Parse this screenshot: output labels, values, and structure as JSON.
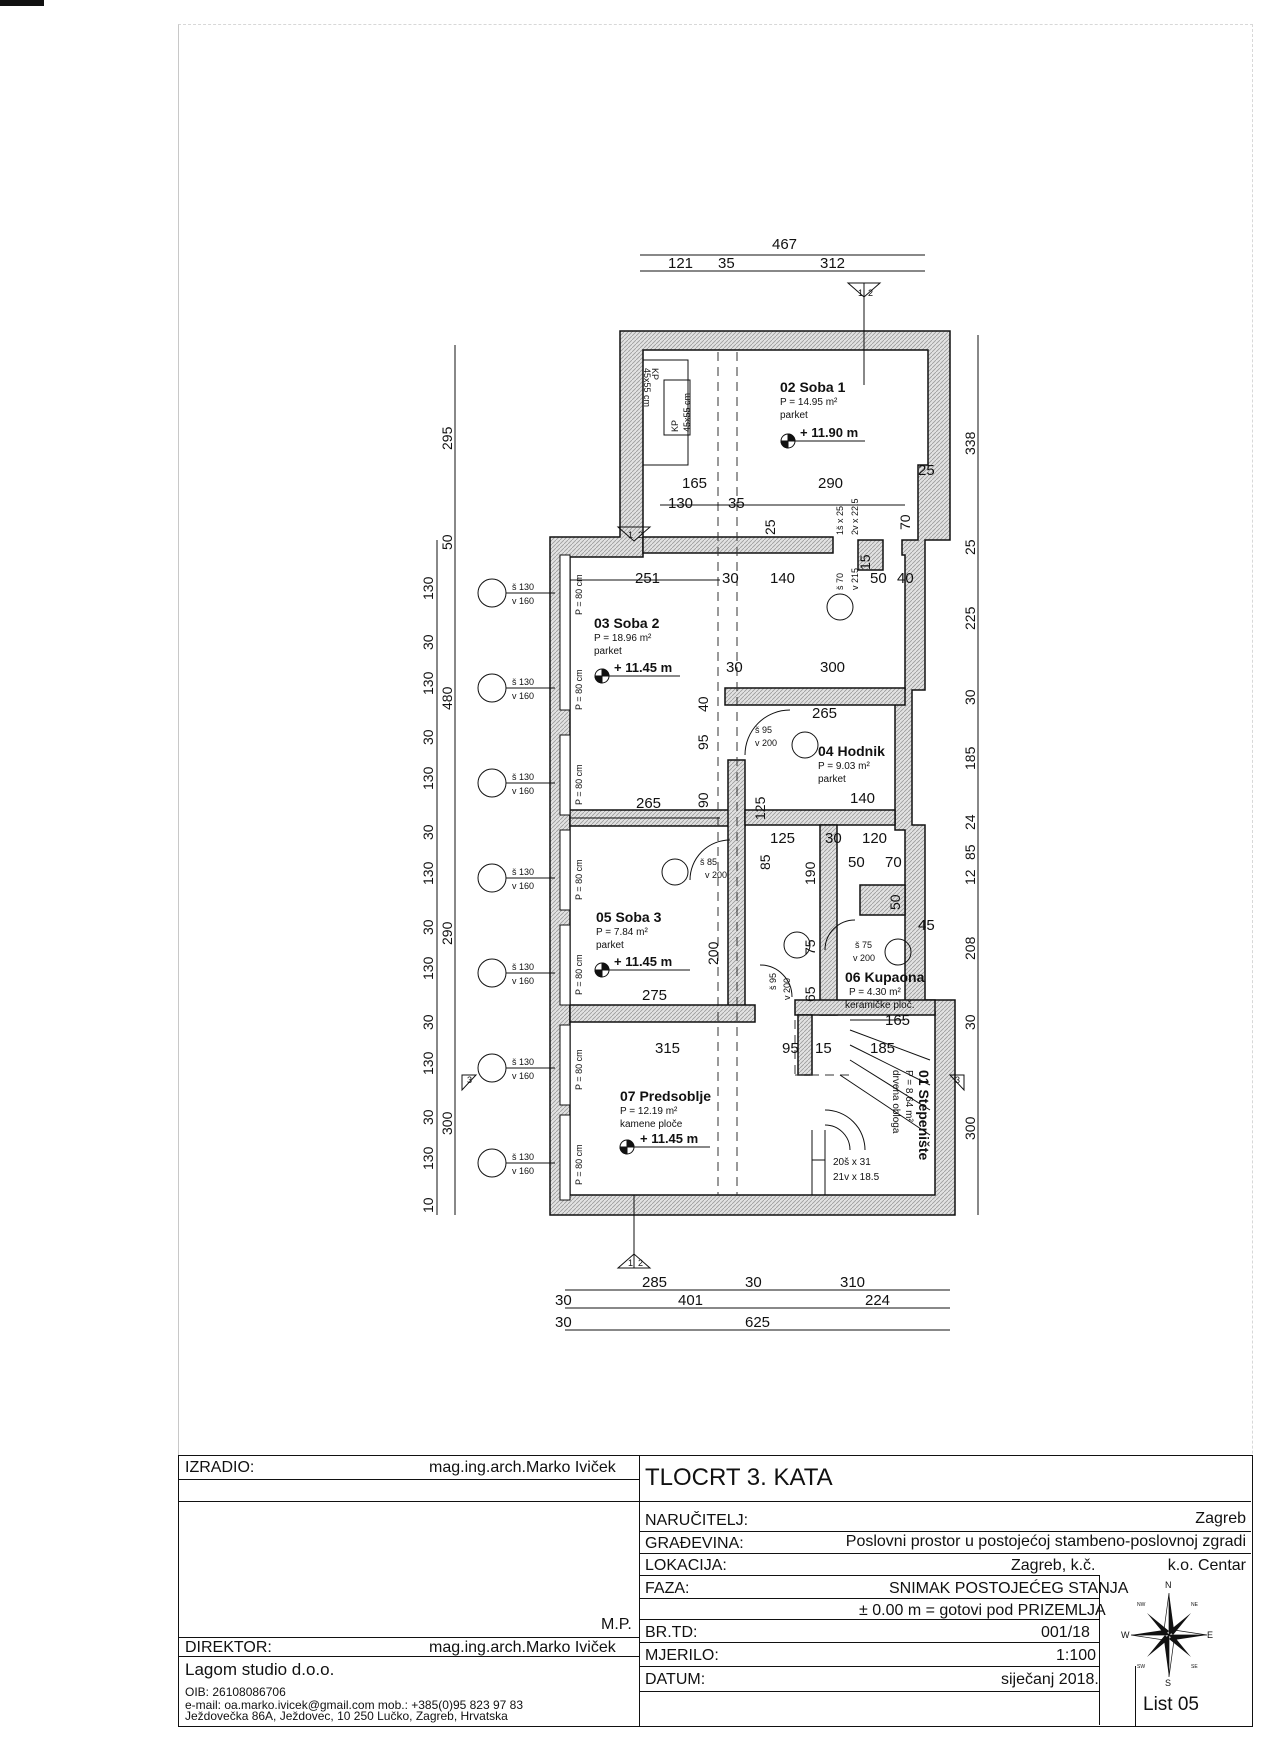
{
  "rooms": [
    {
      "title": "02 Soba 1",
      "area": "P = 14.95 m²",
      "floor": "parket",
      "elevation": "+ 11.90 m"
    },
    {
      "title": "03 Soba 2",
      "area": "P = 18.96 m²",
      "floor": "parket",
      "elevation": "+ 11.45 m"
    },
    {
      "title": "04 Hodnik",
      "area": "P = 9.03 m²",
      "floor": "parket"
    },
    {
      "title": "05 Soba 3",
      "area": "P = 7.84 m²",
      "floor": "parket",
      "elevation": "+ 11.45 m"
    },
    {
      "title": "06 Kupaona",
      "area": "P = 4.30 m²",
      "floor": "keramičke ploč."
    },
    {
      "title": "07 Predsoblje",
      "area": "P = 12.19 m²",
      "floor": "kamene ploče",
      "elevation": "+ 11.45 m"
    },
    {
      "title": "01 Stepenište",
      "area": "P = 8.64 m²",
      "floor": "drvena obloga"
    }
  ],
  "dims": {
    "top_total": "467",
    "top_a": "121",
    "top_b": "35",
    "top_c": "312",
    "bottom_a": "285",
    "bottom_b": "30",
    "bottom_c": "310",
    "bottom_d": "30",
    "bottom_e": "401",
    "bottom_f": "224",
    "bottom_g": "30",
    "bottom_h": "625",
    "left_a": "295",
    "left_b": "50",
    "left_c": "480",
    "left_d": "290",
    "left_e": "300",
    "left_130": "130",
    "left_30": "30",
    "left_10": "10",
    "right_a": "338",
    "right_b": "25",
    "right_c": "225",
    "right_d": "30",
    "right_e": "185",
    "right_f": "24",
    "right_g": "85",
    "right_h": "12",
    "right_i": "208",
    "right_j": "30",
    "right_k": "300",
    "i165": "165",
    "i290": "290",
    "i130": "130",
    "i35": "35",
    "i25a": "25",
    "i25b": "25",
    "i70": "70",
    "i251": "251",
    "i30a": "30",
    "i140a": "140",
    "i50": "50",
    "i40": "40",
    "i300": "300",
    "i30b": "30",
    "i265a": "265",
    "i40b": "40",
    "i95a": "95",
    "i90": "90",
    "i265b": "265",
    "i125a": "125",
    "i140b": "140",
    "i125b": "125",
    "i30c": "30",
    "i120": "120",
    "i50b": "50",
    "i70b": "70",
    "i50c": "50",
    "i45": "45",
    "i85": "85",
    "i190": "190",
    "i200": "200",
    "i75": "75",
    "i65": "65",
    "i275": "275",
    "i165b": "165",
    "i315": "315",
    "i95b": "95",
    "i15": "15",
    "i185": "185",
    "i25c": "25",
    "d15a": "1š x 25",
    "d15b": "2v x 22.5",
    "dv215": "v 215",
    "ds70": "š 70",
    "d15": "15",
    "stair_a": "20š x 31",
    "stair_b": "21v x 18.5"
  },
  "openings": {
    "door_s95": "š 95",
    "door_v200": "v 200",
    "door_s85": "š 85",
    "door_s75": "š 75",
    "door_s95b": "š 95",
    "door_v200b": "v 200"
  },
  "windows": {
    "width": "š 130",
    "height": "v 160",
    "parapet": "P = 80 cm",
    "count": 7
  },
  "chimney": {
    "label": "KP",
    "size": "45x55 cm"
  },
  "sections": {
    "label_1": "1",
    "label_2": "2",
    "label_3": "3"
  },
  "title_block": {
    "izradio_label": "IZRADIO:",
    "izradio_value": "mag.ing.arch.Marko Iviček",
    "mp": "M.P.",
    "direktor_label": "DIREKTOR:",
    "direktor_value": "mag.ing.arch.Marko Iviček",
    "studio": "Lagom studio d.o.o.",
    "oib": "OIB: 26108086706",
    "email": "e-mail: oa.marko.ivicek@gmail.com   mob.: +385(0)95 823 97 83",
    "address": "Ježdovečka 86A, Ježdovec, 10 250 Lučko, Zagreb, Hrvatska",
    "drawing_title": "TLOCRT 3. KATA",
    "narucitelj_label": "NARUČITELJ:",
    "narucitelj_value": "Zagreb",
    "gradevina_label": "GRAĐEVINA:",
    "gradevina_value": "Poslovni prostor u postojećoj stambeno-poslovnoj zgradi",
    "lokacija_label": "LOKACIJA:",
    "lokacija_value": "Zagreb, k.č.",
    "lokacija_value2": "k.o. Centar",
    "faza_label": "FAZA:",
    "faza_value": "SNIMAK POSTOJEĆEG STANJA",
    "level_note": "± 0.00 m = gotovi pod PRIZEMLJA",
    "brtd_label": "BR.TD:",
    "brtd_value": "001/18",
    "mjerilo_label": "MJERILO:",
    "mjerilo_value": "1:100",
    "datum_label": "DATUM:",
    "datum_value": "siječanj 2018.",
    "list_value": "List 05",
    "compass": {
      "n": "N",
      "s": "S",
      "e": "E",
      "w": "W",
      "nw": "NW",
      "ne": "NE",
      "sw": "SW",
      "se": "SE"
    }
  }
}
